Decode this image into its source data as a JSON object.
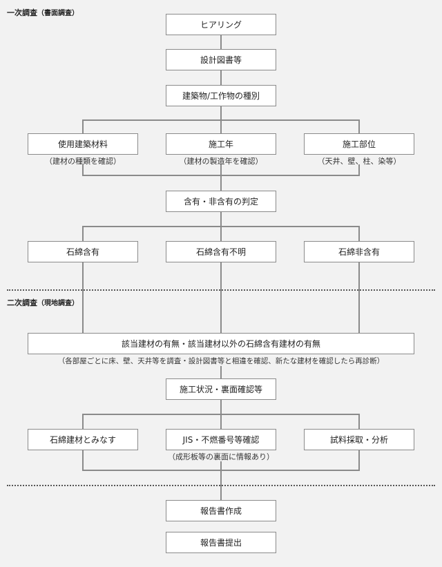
{
  "sections": {
    "first": {
      "main": "一次調査",
      "sub": "（書面調査）"
    },
    "second": {
      "main": "二次調査",
      "sub": "（現地調査）"
    }
  },
  "steps": {
    "hearing": "ヒアリング",
    "design_docs": "設計図書等",
    "building_type": "建築物/工作物の種別",
    "material_used": "使用建築材料",
    "material_used_note": "（建材の種類を確認）",
    "construction_year": "施工年",
    "construction_year_note": "（建材の製造年を確認）",
    "construction_part": "施工部位",
    "construction_part_note": "（天井、壁、柱、染等）",
    "judgement": "含有・非含有の判定",
    "contains": "石綿含有",
    "unknown": "石綿含有不明",
    "not_contains": "石綿非含有",
    "presence_check": "該当建材の有無・該当建材以外の石綿含有建材の有無",
    "presence_check_note": "（各部屋ごとに床、壁、天井等を調査・設計図書等と相違を確認、新たな建材を確認したら再診断）",
    "status_check": "施工状況・裏面確認等",
    "deemed": "石綿建材とみなす",
    "jis_check": "JIS・不燃番号等確認",
    "jis_check_note": "（成形板等の裏面に情報あり）",
    "sample_analysis": "試料採取・分析",
    "report_create": "報告書作成",
    "report_submit": "報告書提出"
  }
}
